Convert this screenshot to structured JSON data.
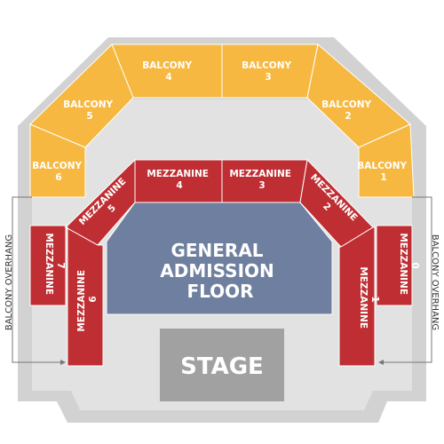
{
  "colors": {
    "venue_outline": "#d2d2d2",
    "venue_inner": "#e2e2e2",
    "balcony_fill": "#f6b840",
    "balcony_text": "#ffffff",
    "mezzanine_fill": "#bf2e32",
    "mezzanine_text": "#ffffff",
    "floor_fill": "#6f7f9f",
    "stage_fill": "#a1a1a1",
    "section_border": "#ffffff",
    "side_text": "#333333"
  },
  "stage": {
    "label": "STAGE"
  },
  "floor": {
    "lines": [
      "GENERAL",
      "ADMISSION",
      "FLOOR"
    ]
  },
  "balcony_overhang": {
    "left": "BALCONY OVERHANG",
    "right": "BALCONY OVERHANG"
  },
  "balcony": [
    {
      "id": "balcony-1",
      "name": "BALCONY",
      "number": "1"
    },
    {
      "id": "balcony-2",
      "name": "BALCONY",
      "number": "2"
    },
    {
      "id": "balcony-3",
      "name": "BALCONY",
      "number": "3"
    },
    {
      "id": "balcony-4",
      "name": "BALCONY",
      "number": "4"
    },
    {
      "id": "balcony-5",
      "name": "BALCONY",
      "number": "5"
    },
    {
      "id": "balcony-6",
      "name": "BALCONY",
      "number": "6"
    }
  ],
  "mezzanine": [
    {
      "id": "mezzanine-0",
      "name": "MEZZANINE",
      "number": "0"
    },
    {
      "id": "mezzanine-1",
      "name": "MEZZANINE",
      "number": "1"
    },
    {
      "id": "mezzanine-2",
      "name": "MEZZANINE",
      "number": "2"
    },
    {
      "id": "mezzanine-3",
      "name": "MEZZANINE",
      "number": "3"
    },
    {
      "id": "mezzanine-4",
      "name": "MEZZANINE",
      "number": "4"
    },
    {
      "id": "mezzanine-5",
      "name": "MEZZANINE",
      "number": "5"
    },
    {
      "id": "mezzanine-6",
      "name": "MEZZANINE",
      "number": "6"
    },
    {
      "id": "mezzanine-7",
      "name": "MEZZANINE",
      "number": "7"
    }
  ]
}
